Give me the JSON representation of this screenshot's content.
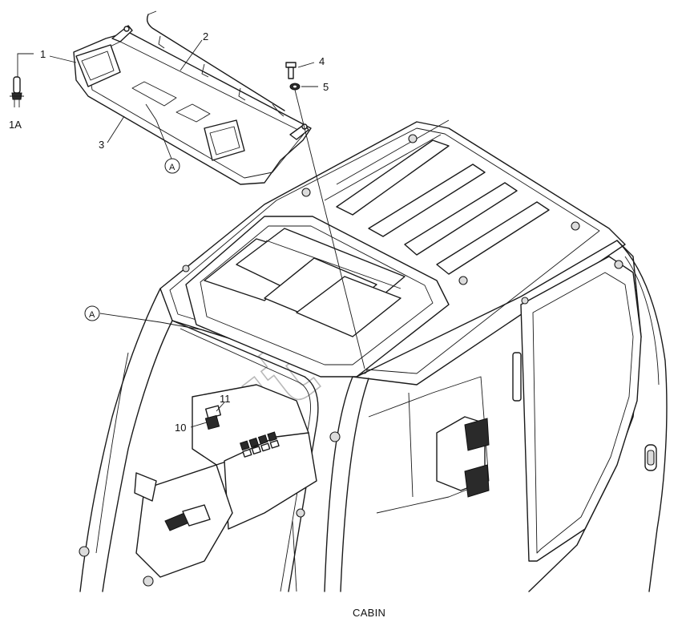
{
  "diagram": {
    "caption": "CABIN",
    "part_labels": {
      "p1": "1",
      "p1a": "1A",
      "p2": "2",
      "p3": "3",
      "p4": "4",
      "p5": "5",
      "p10": "10",
      "p11": "11",
      "detail_a_top": "A",
      "detail_a_cabin": "A"
    }
  }
}
